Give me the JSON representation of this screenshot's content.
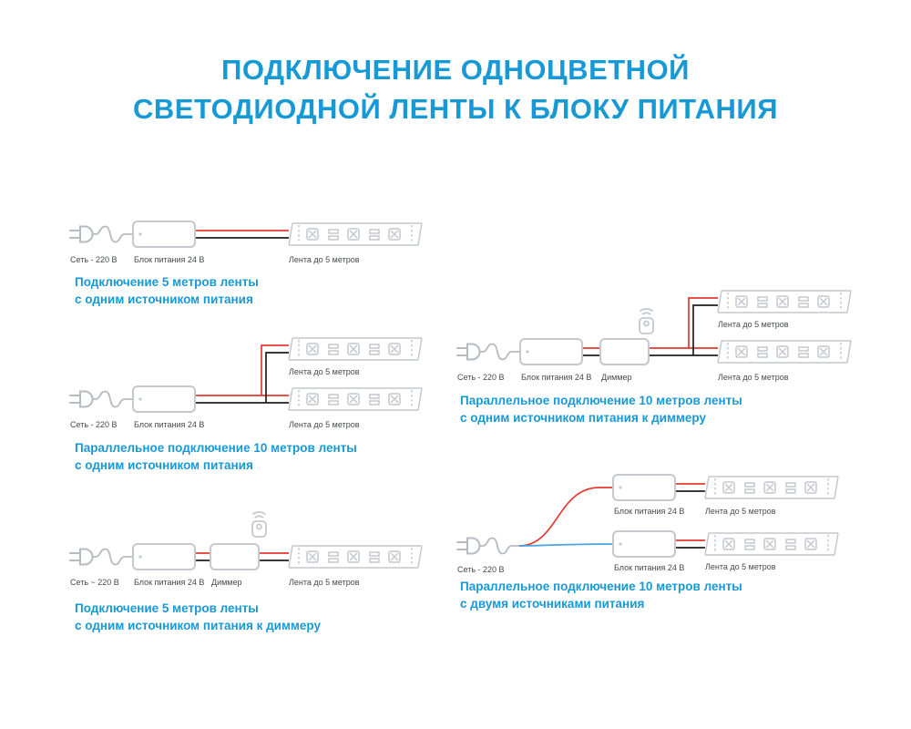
{
  "title": {
    "line1": "ПОДКЛЮЧЕНИЕ ОДНОЦВЕТНОЙ",
    "line2": "СВЕТОДИОДНОЙ ЛЕНТЫ К БЛОКУ ПИТАНИЯ"
  },
  "colors": {
    "accent_blue": "#1799d6",
    "wire_red": "#e5392f",
    "wire_black": "#1f1f1f",
    "wire_blue": "#45a4e4",
    "component_gray": "#c3c9ce"
  },
  "diagrams": [
    {
      "id": "single-5m",
      "labels": {
        "mains": "Сеть - 220 В",
        "psu": "Блок питания 24 В",
        "strip": "Лента до 5 метров"
      },
      "caption1": "Подключение 5 метров ленты",
      "caption2": "с одним источником питания"
    },
    {
      "id": "parallel-10m-single-source",
      "labels": {
        "mains": "Сеть - 220 В",
        "psu": "Блок питания 24 В",
        "strip_top": "Лента до 5 метров",
        "strip_bottom": "Лента до 5 метров"
      },
      "caption1": "Параллельное подключение 10 метров ленты",
      "caption2": "с одним источником питания"
    },
    {
      "id": "dimmer-5m",
      "labels": {
        "mains": "Сеть ~ 220 В",
        "psu": "Блок питания 24 В",
        "dimmer": "Диммер",
        "strip": "Лента до 5 метров"
      },
      "caption1": "Подключение 5 метров ленты",
      "caption2": "с одним источником питания к диммеру"
    },
    {
      "id": "parallel-10m-dimmer",
      "labels": {
        "mains": "Сеть - 220 В",
        "psu": "Блок питания 24 В",
        "dimmer": "Диммер",
        "strip_top": "Лента до 5 метров",
        "strip_bottom": "Лента до 5 метров"
      },
      "caption1": "Параллельное подключение 10 метров ленты",
      "caption2": "с одним источником питания к диммеру"
    },
    {
      "id": "parallel-10m-two-sources",
      "labels": {
        "mains": "Сеть - 220 В",
        "psu_top": "Блок питания 24 В",
        "psu_bottom": "Блок питания 24 В",
        "strip_top": "Лента до 5 метров",
        "strip_bottom": "Лента до 5 метров"
      },
      "caption1": "Параллельное подключение 10 метров ленты",
      "caption2": "с двумя источниками питания"
    }
  ]
}
